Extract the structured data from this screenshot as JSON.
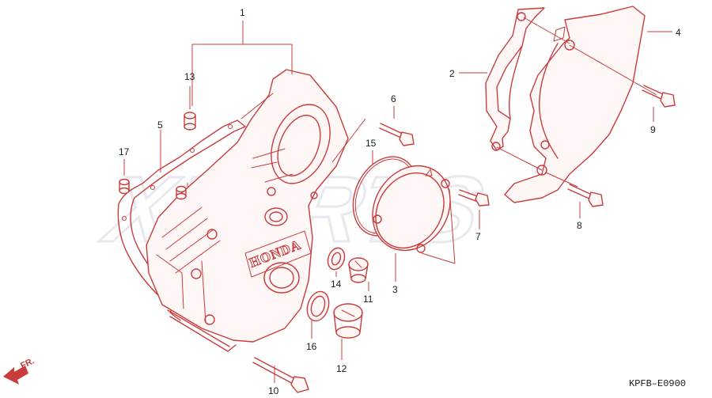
{
  "diagram": {
    "callouts": [
      "1",
      "2",
      "3",
      "4",
      "5",
      "6",
      "7",
      "8",
      "9",
      "10",
      "11",
      "12",
      "13",
      "14",
      "15",
      "16",
      "17"
    ],
    "code": "KPFB–E0900",
    "cover_brand": "HONDA",
    "direction_marker": "FR.",
    "watermark": "XPARTS",
    "line_color": "#c83c3c",
    "text_color": "#1a1a1a"
  }
}
